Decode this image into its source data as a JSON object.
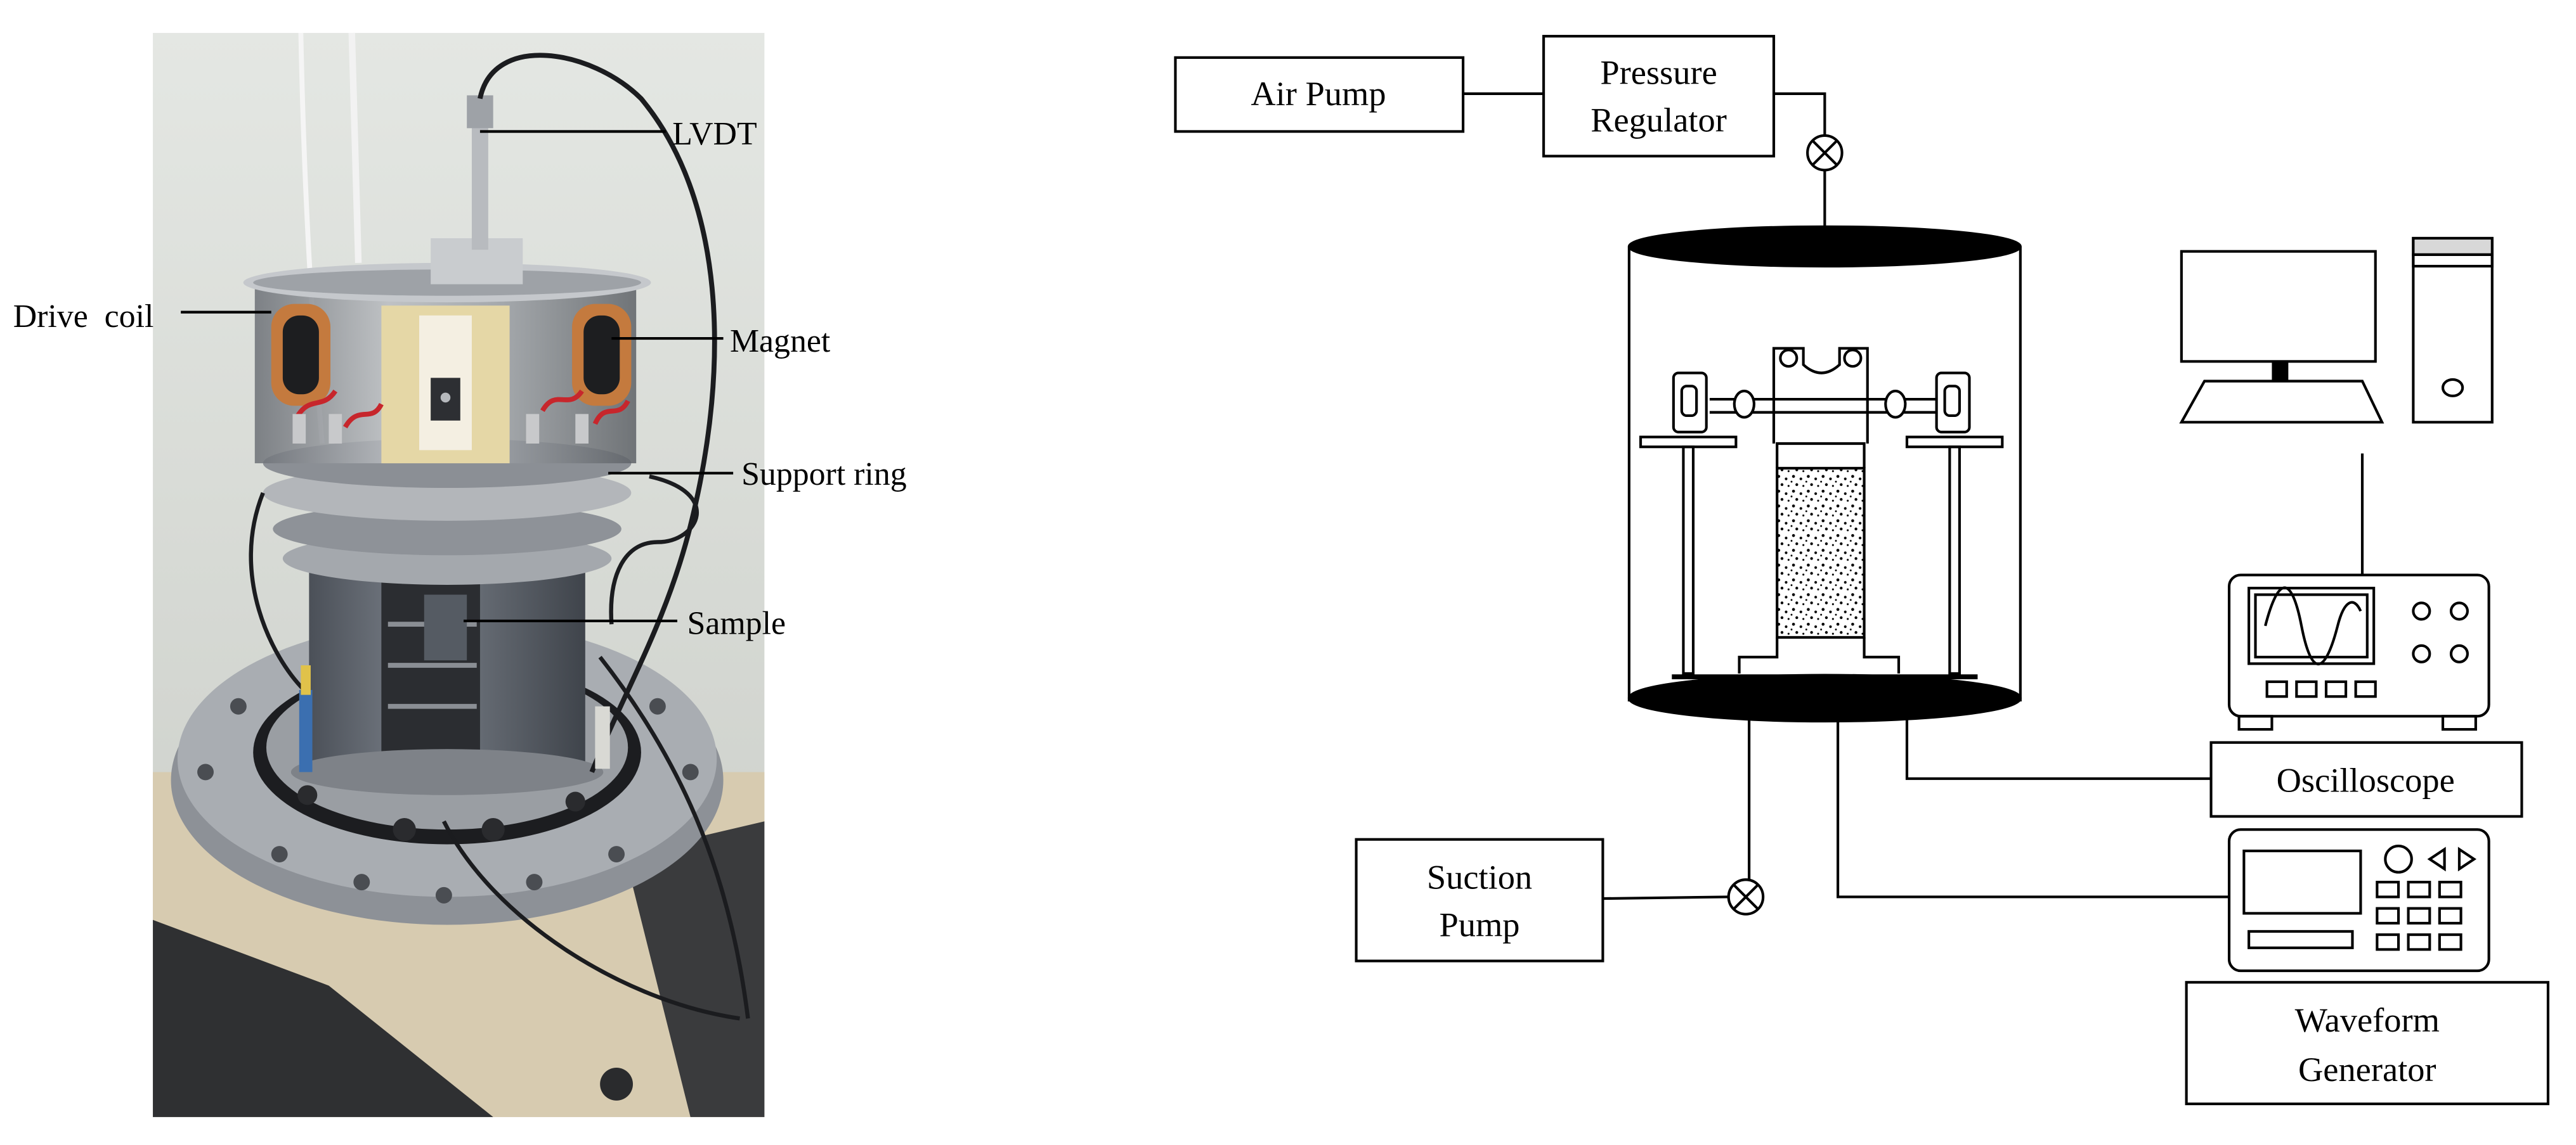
{
  "photo_labels": {
    "lvdt": "LVDT",
    "drive_coil": "Drive  coil",
    "magnet": "Magnet",
    "support_ring": "Support ring",
    "sample": "Sample"
  },
  "diagram_boxes": {
    "air_pump": "Air Pump",
    "pressure_regulator": [
      "Pressure",
      "Regulator"
    ],
    "suction_pump": [
      "Suction",
      "Pump"
    ],
    "oscilloscope": "Oscilloscope",
    "waveform_generator": [
      "Waveform",
      "Generator"
    ]
  },
  "icons": [
    "valve-icon",
    "computer-monitor-icon",
    "computer-tower-icon",
    "oscilloscope-device-icon",
    "waveform-generator-device-icon",
    "triaxial-cell-icon"
  ]
}
